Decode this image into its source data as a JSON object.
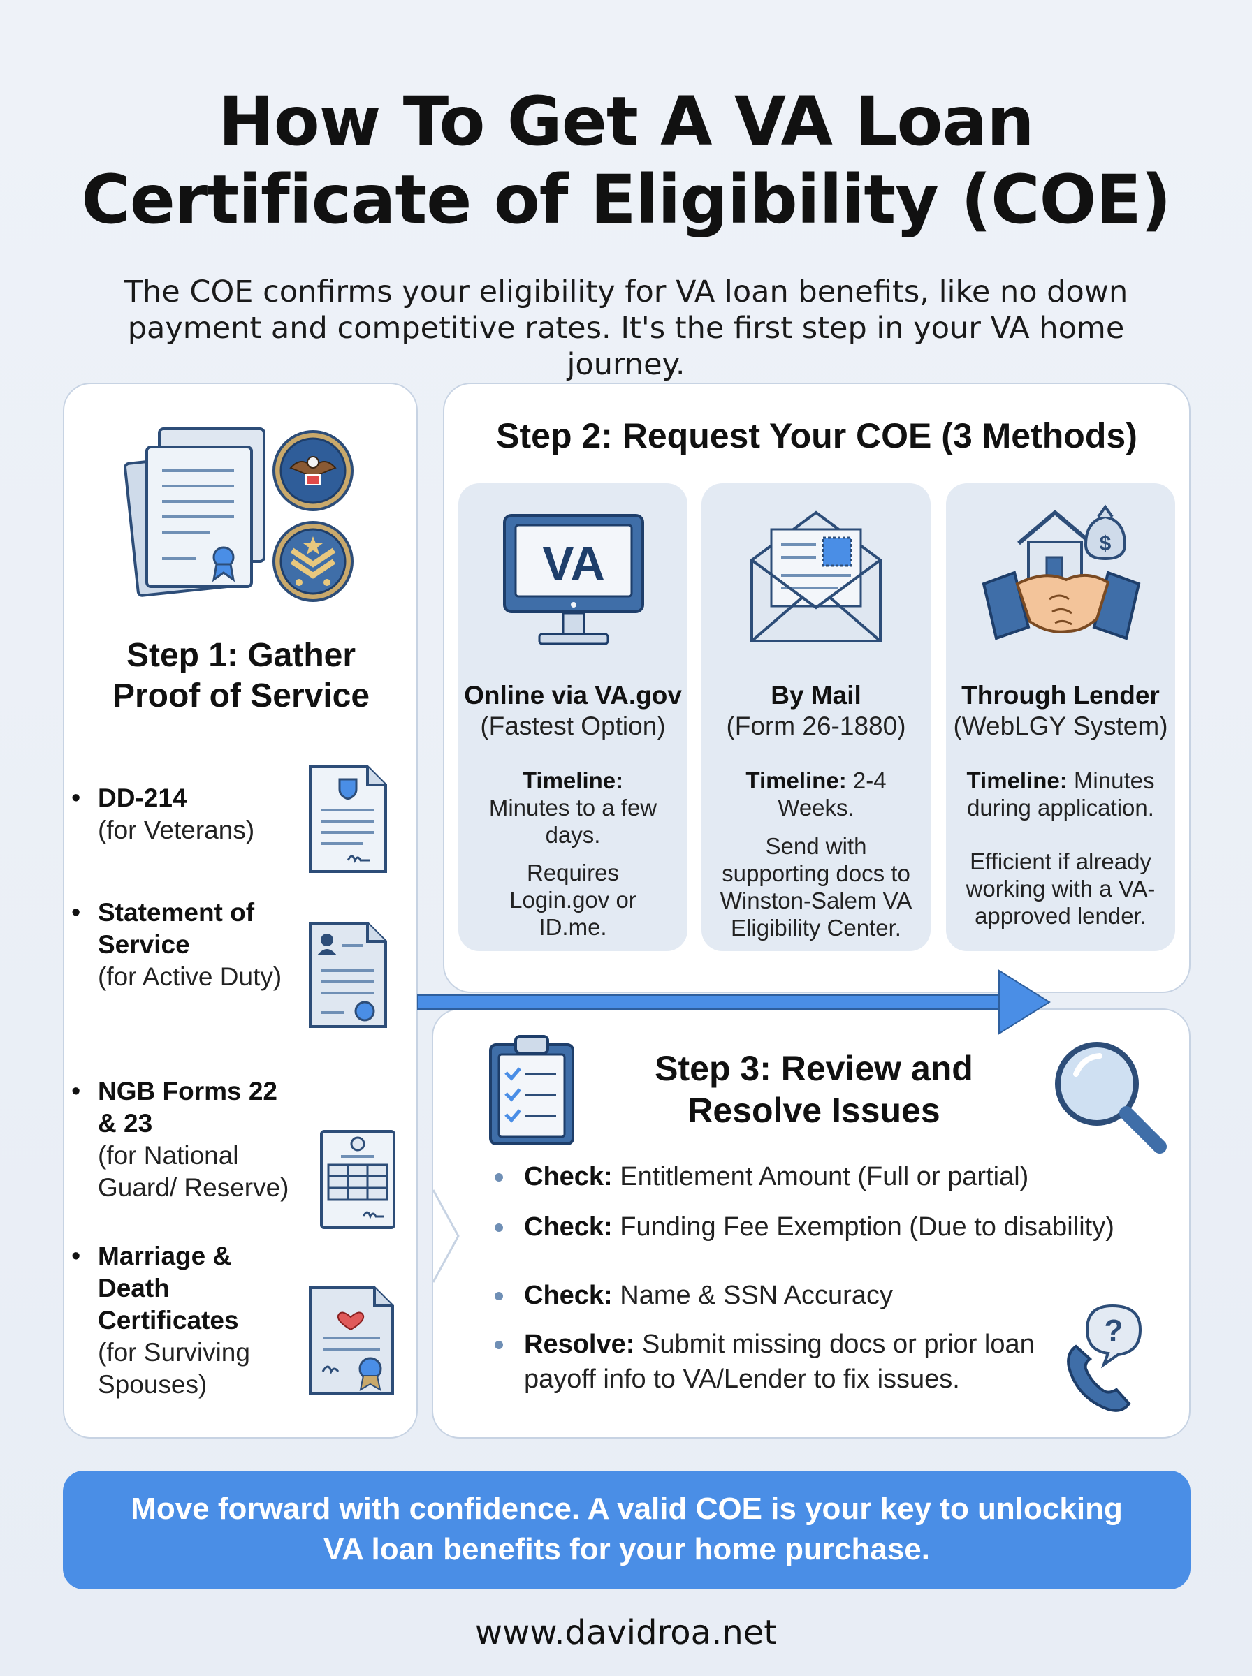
{
  "title_line1": "How To Get A VA Loan",
  "title_line2": "Certificate of Eligibility (COE)",
  "subtitle_line1": "The COE confirms your eligibility for VA loan benefits, like no down",
  "subtitle_line2": "payment and competitive rates. It's the first step in your VA home journey.",
  "step1": {
    "title_line1": "Step 1: Gather",
    "title_line2": "Proof of Service",
    "items": [
      {
        "name": "DD-214",
        "desc": "(for Veterans)"
      },
      {
        "name": "Statement of Service",
        "desc": "(for Active Duty)"
      },
      {
        "name": "NGB Forms 22 & 23",
        "desc": "(for National Guard/ Reserve)"
      },
      {
        "name": "Marriage & Death Certificates",
        "desc": "(for Surviving Spouses)"
      }
    ]
  },
  "step2": {
    "title": "Step 2: Request Your COE (3 Methods)",
    "methods": [
      {
        "icon_text": "VA",
        "name": "Online via VA.gov",
        "sub": "(Fastest Option)",
        "timeline_label": "Timeline:",
        "timeline": "Minutes to a few days.",
        "note": "Requires Login.gov or ID.me."
      },
      {
        "name": "By Mail",
        "sub": "(Form 26-1880)",
        "timeline_label": "Timeline:",
        "timeline": "2-4 Weeks.",
        "note": "Send with supporting docs to Winston-Salem VA Eligibility Center."
      },
      {
        "name": "Through Lender",
        "sub": "(WebLGY System)",
        "timeline_label": "Timeline:",
        "timeline": "Minutes during application.",
        "note": "Efficient if already working with a VA-approved lender."
      }
    ]
  },
  "step3": {
    "title_line1": "Step 3: Review and",
    "title_line2": "Resolve Issues",
    "checks": [
      {
        "label": "Check:",
        "text": "Entitlement Amount (Full or partial)"
      },
      {
        "label": "Check:",
        "text": "Funding Fee Exemption (Due to disability)"
      },
      {
        "label": "Check:",
        "text": "Name & SSN Accuracy"
      },
      {
        "label": "Resolve:",
        "text": "Submit missing docs or prior loan payoff info to VA/Lender to fix issues."
      }
    ]
  },
  "banner_line1": "Move forward with confidence. A valid COE is your key to unlocking",
  "banner_line2": "VA loan benefits for your home purchase.",
  "footer": "www.davidroa.net",
  "icons": {
    "step1": [
      "documents-icon",
      "eagle-seal-icon",
      "military-rank-icon",
      "form-icon",
      "id-card-icon",
      "grid-form-icon",
      "certificate-icon"
    ],
    "step2": [
      "computer-monitor-icon",
      "envelope-icon",
      "handshake-house-icon"
    ],
    "step3": [
      "clipboard-checklist-icon",
      "magnifier-icon",
      "phone-question-icon"
    ],
    "flow": "arrow-right-icon"
  },
  "colors": {
    "accent": "#4a8ee6",
    "icon_blue": "#3f6ea8",
    "card_border": "#c7d3e3",
    "method_bg": "#e3eaf3"
  }
}
